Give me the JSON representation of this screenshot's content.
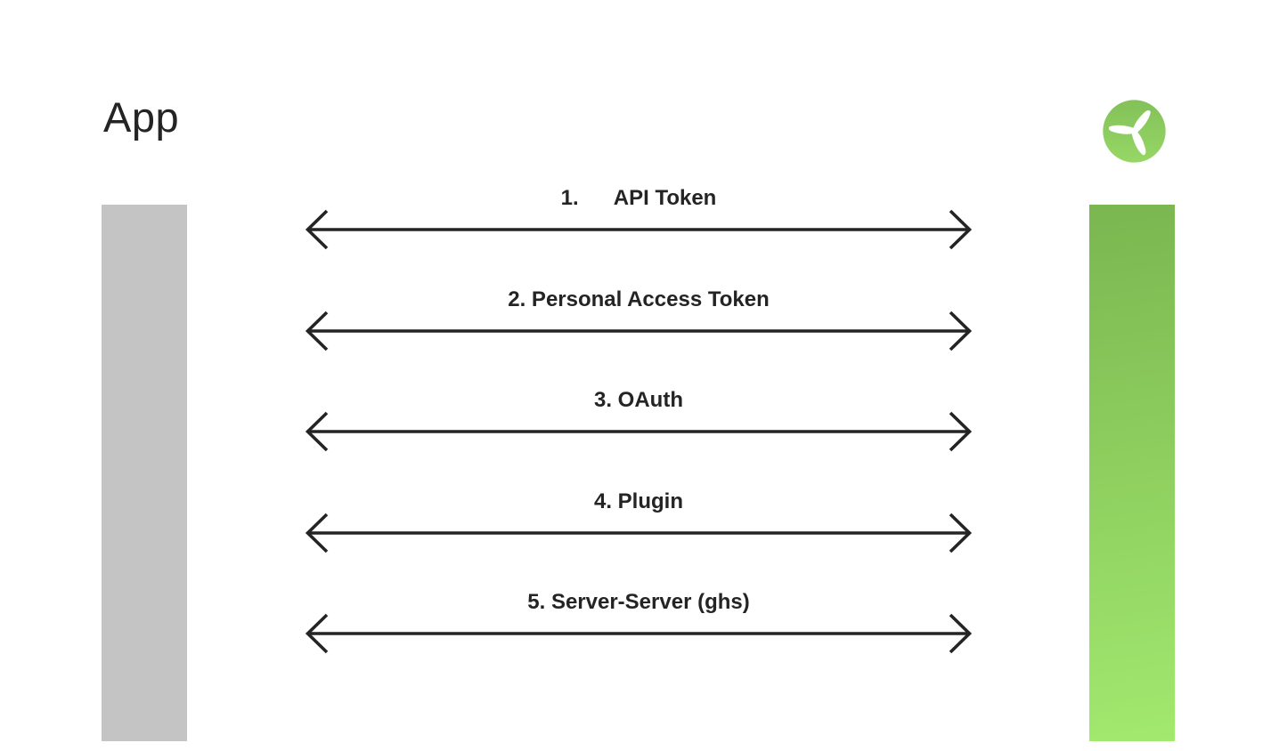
{
  "title": "App",
  "logo": {
    "icon": "propeller-icon",
    "circle_color_top": "#83c159",
    "circle_color_bottom": "#96d765",
    "blade_color": "#ffffff"
  },
  "lifelines": {
    "app": {
      "color": "#c4c4c4"
    },
    "service": {
      "gradient_top": "#7bb650",
      "gradient_bottom": "#a2e96f"
    }
  },
  "messages": [
    {
      "label": "1.      API Token"
    },
    {
      "label": "2. Personal Access Token"
    },
    {
      "label": "3. OAuth"
    },
    {
      "label": "4. Plugin"
    },
    {
      "label": "5. Server-Server (ghs)"
    }
  ],
  "colors": {
    "ink": "#242424",
    "background": "#ffffff"
  }
}
